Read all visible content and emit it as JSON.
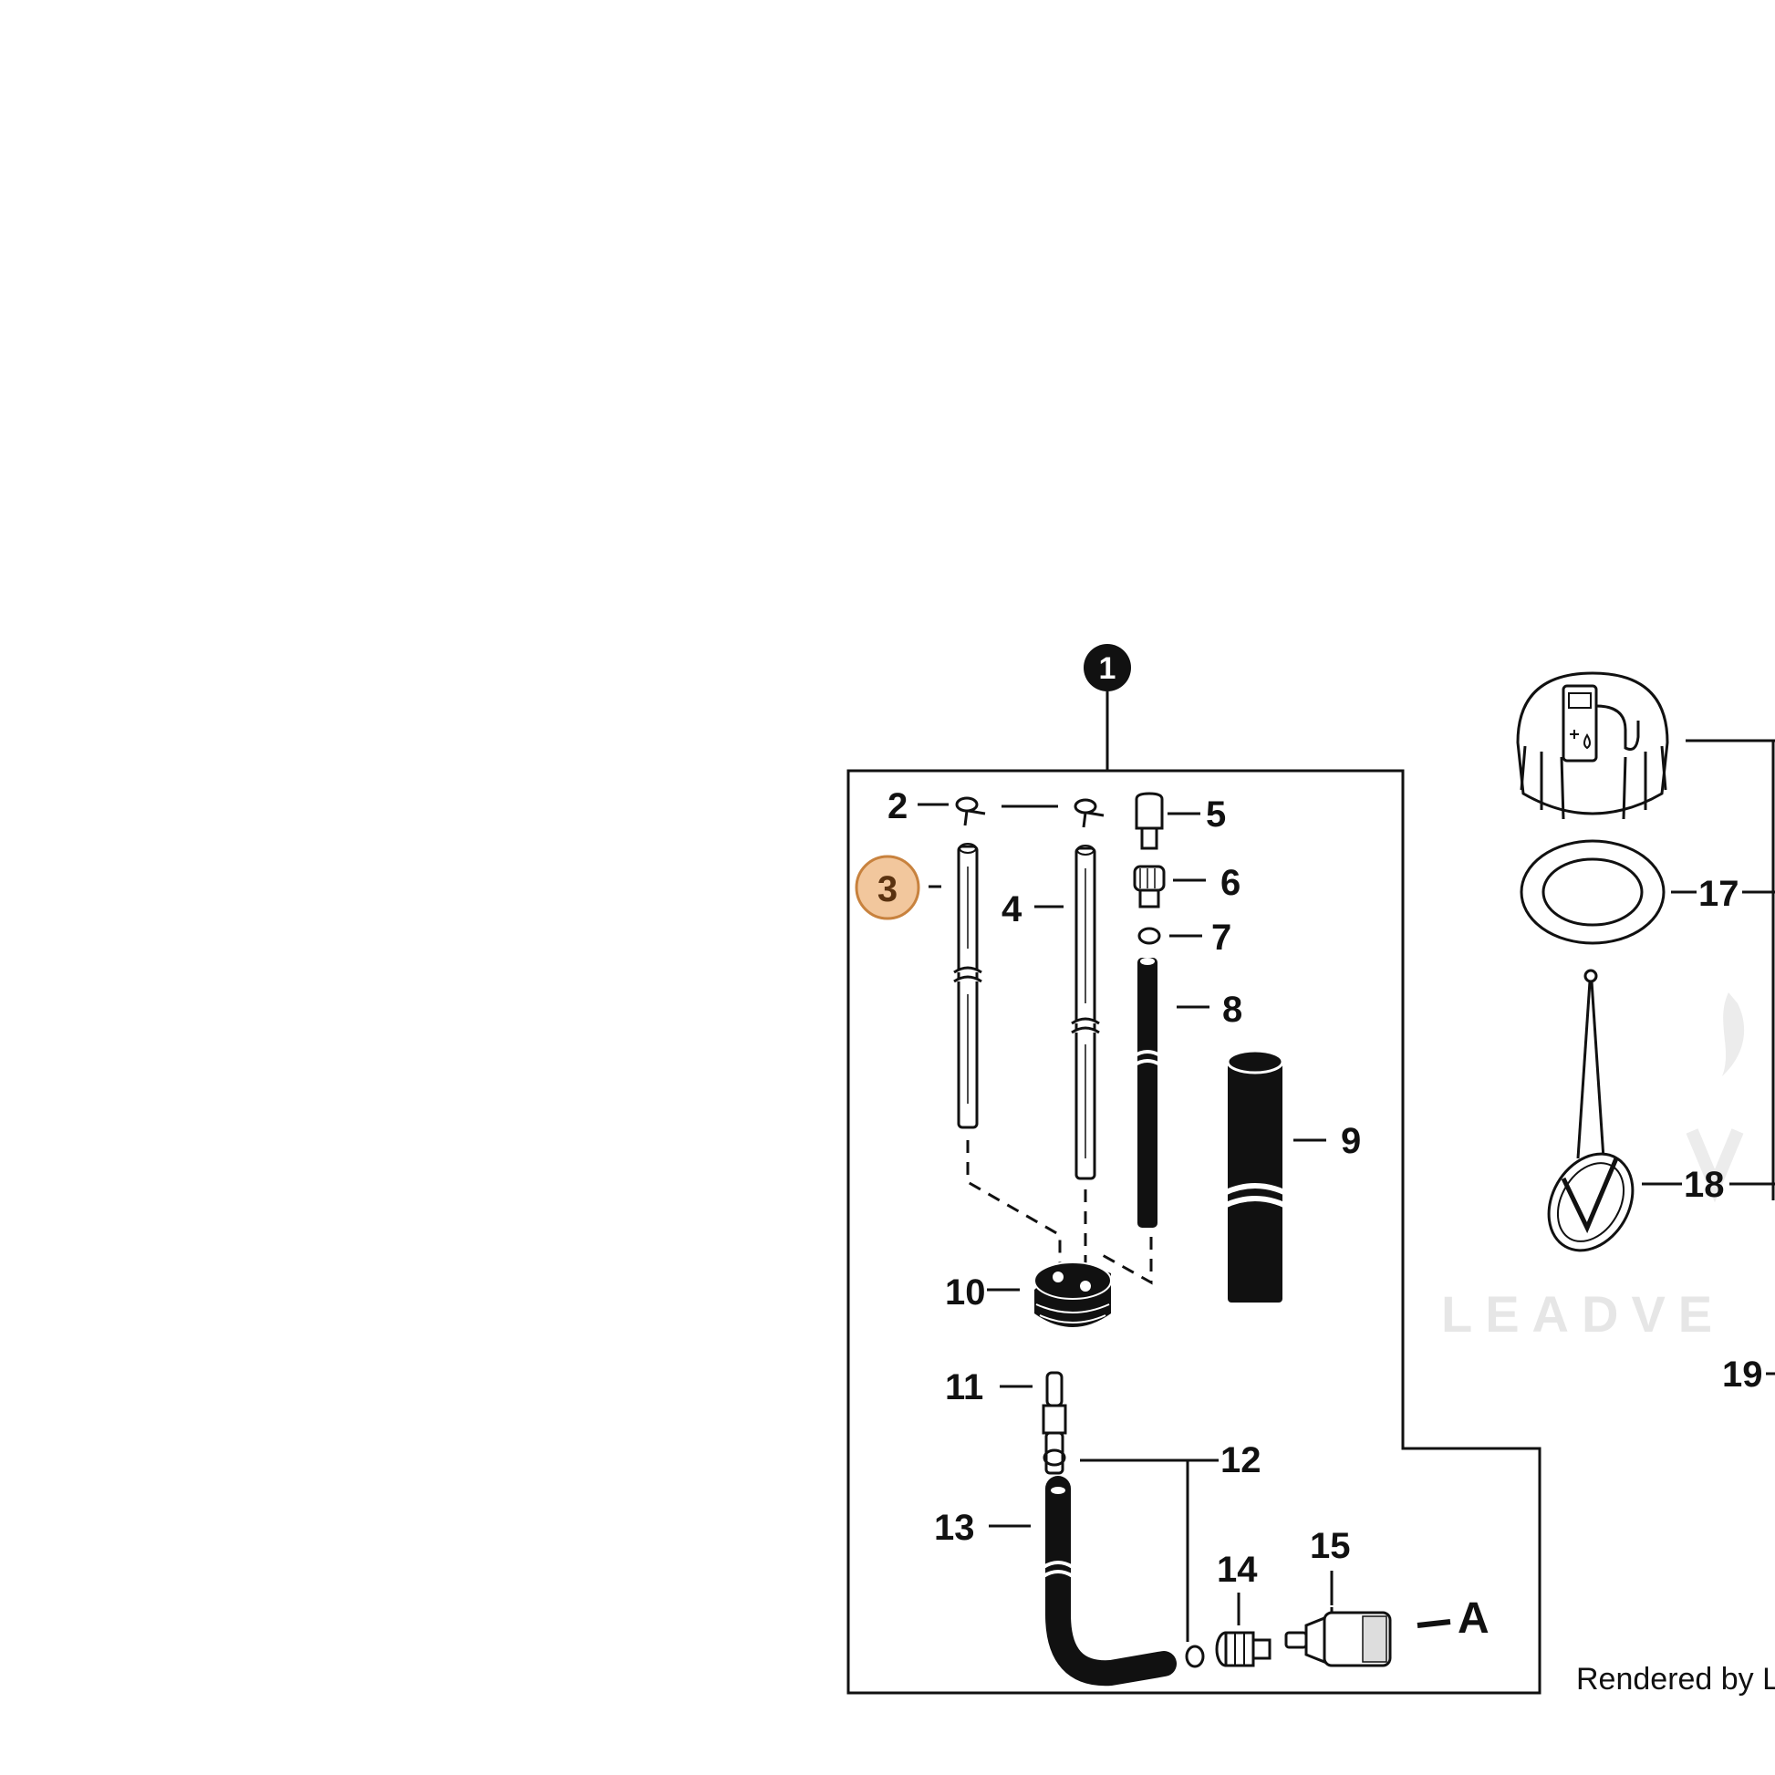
{
  "diagram": {
    "assembly_callout": "1",
    "highlighted_callout": "3",
    "labels": {
      "p2": "2",
      "p3": "3",
      "p4": "4",
      "p5": "5",
      "p6": "6",
      "p7": "7",
      "p8": "8",
      "p9": "9",
      "p10": "10",
      "p11": "11",
      "p12": "12",
      "p13": "13",
      "p14": "14",
      "p15": "15",
      "p17": "17",
      "p18": "18",
      "p19": "19",
      "pA": "A"
    },
    "watermark": "LEADVE",
    "credit": "Rendered by Lea"
  },
  "colors": {
    "highlight_fill": "#f2c79d",
    "highlight_stroke": "#c8823e",
    "line": "#111111",
    "watermark": "#e6e6e6"
  }
}
